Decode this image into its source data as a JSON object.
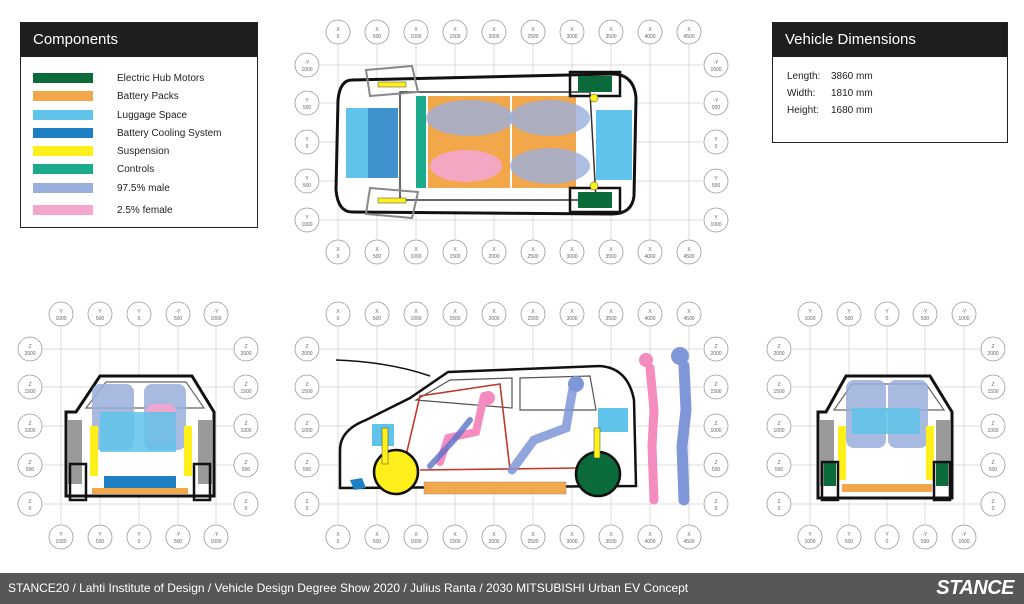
{
  "components_panel": {
    "title": "Components",
    "items": [
      {
        "label": "Electric  Hub  Motors",
        "color": "#0b6b3a"
      },
      {
        "label": "Battery Packs",
        "color": "#f2a84a"
      },
      {
        "label": "Luggage Space",
        "color": "#5fc3ea"
      },
      {
        "label": "Battery Cooling System",
        "color": "#1f7fc4"
      },
      {
        "label": "Suspension",
        "color": "#ffef1a"
      },
      {
        "label": "Controls",
        "color": "#1bab8c"
      },
      {
        "label": "97.5% male",
        "color": "#9aaedc"
      },
      {
        "label": "2.5% female",
        "color": "#f4a6cf"
      }
    ]
  },
  "dimensions_panel": {
    "title": "Vehicle Dimensions",
    "rows": [
      {
        "key": "Length:",
        "value": "3860 mm"
      },
      {
        "key": "Width:",
        "value": "1810 mm"
      },
      {
        "key": "Height:",
        "value": "1680 mm"
      }
    ]
  },
  "views": {
    "top": {
      "x_labels": [
        "0",
        "500",
        "1000",
        "1500",
        "2000",
        "2500",
        "3000",
        "3500",
        "4000",
        "4500"
      ],
      "x_axis_letter": "X",
      "y_labels": [
        "1000",
        "500",
        "0",
        "500",
        "1000"
      ],
      "y_left_letters": [
        "-Y",
        "Y",
        "Y",
        "Y",
        "Y"
      ],
      "y_right_letters": [
        "-Y",
        "-Y",
        "Y",
        "Y",
        "Y"
      ]
    },
    "side": {
      "x_labels": [
        "0",
        "500",
        "1000",
        "1500",
        "2000",
        "2500",
        "3000",
        "3500",
        "4000",
        "4500"
      ],
      "x_axis_letter": "X",
      "z_labels": [
        "2000",
        "1500",
        "1000",
        "500",
        "0"
      ],
      "z_axis_letter": "Z"
    },
    "front": {
      "y_labels": [
        "1000",
        "500",
        "0",
        "500",
        "1000"
      ],
      "y_letters": [
        "Y",
        "Y",
        "Y",
        "-Y",
        "-Y"
      ],
      "z_labels": [
        "2000",
        "1500",
        "1000",
        "500",
        "0"
      ],
      "z_axis_letter": "Z"
    },
    "rear": {
      "y_labels": [
        "1000",
        "500",
        "0",
        "500",
        "1000"
      ],
      "y_letters": [
        "Y",
        "Y",
        "Y",
        "-Y",
        "-Y"
      ],
      "z_labels": [
        "2000",
        "1500",
        "1000",
        "500",
        "0"
      ],
      "z_axis_letter": "Z"
    }
  },
  "footer": {
    "caption": "STANCE20 /  Lahti Institute of Design / Vehicle Design Degree Show 2020 / Julius Ranta / 2030 MITSUBISHI Urban EV Concept",
    "brand": "STANCE"
  }
}
